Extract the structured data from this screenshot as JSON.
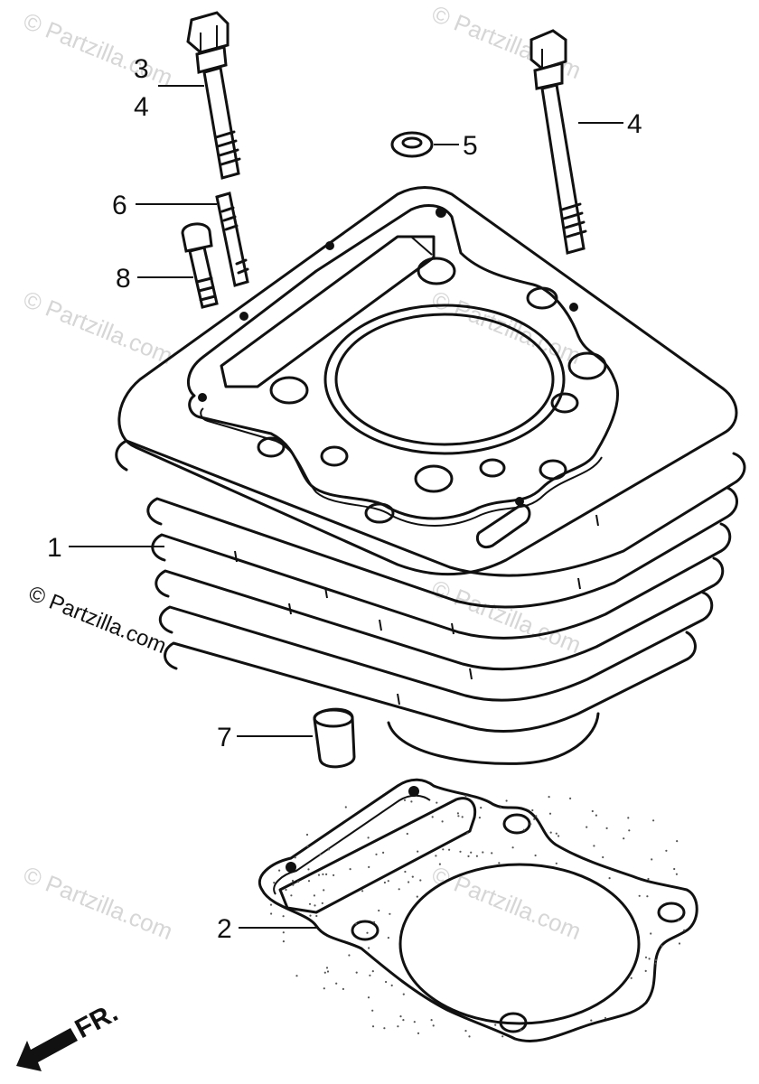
{
  "watermark_text": "© Partzilla.com",
  "credit_text": "© Partzilla.com",
  "direction_label": "FR.",
  "callouts": {
    "c1": "1",
    "c2": "2",
    "c3": "3",
    "c4a": "4",
    "c4b": "4",
    "c5": "5",
    "c6": "6",
    "c7": "7",
    "c8": "8"
  },
  "parts": [
    {
      "ref": "1",
      "name": "cylinder-block"
    },
    {
      "ref": "2",
      "name": "cylinder-base-gasket"
    },
    {
      "ref": "3",
      "name": "cylinder-stud-bolt"
    },
    {
      "ref": "4",
      "name": "cylinder-stud-bolt"
    },
    {
      "ref": "5",
      "name": "washer"
    },
    {
      "ref": "6",
      "name": "stud-bolt"
    },
    {
      "ref": "7",
      "name": "dowel-pin"
    },
    {
      "ref": "8",
      "name": "bolt"
    }
  ]
}
